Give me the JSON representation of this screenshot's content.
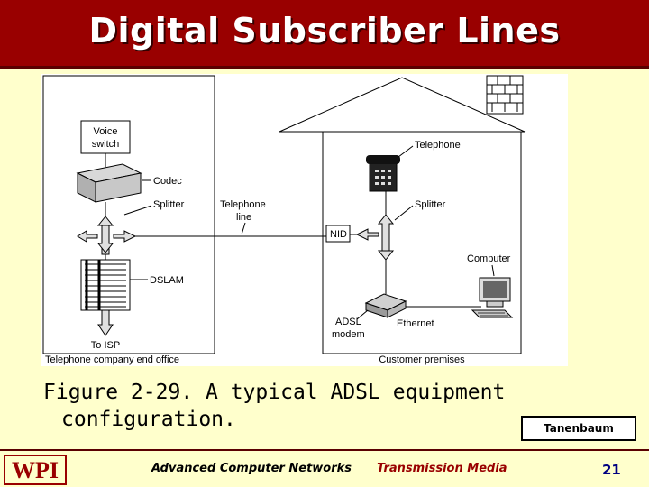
{
  "slide": {
    "title": "Digital Subscriber Lines",
    "caption_line1": "Figure 2-29. A typical ADSL equipment",
    "caption_line2": "configuration.",
    "credit": "Tanenbaum",
    "footer_course": "Advanced Computer Networks",
    "footer_topic": "Transmission Media",
    "page_number": "21",
    "logo_text": "WPI"
  },
  "diagram": {
    "voice_switch_line1": "Voice",
    "voice_switch_line2": "switch",
    "codec": "Codec",
    "splitter_left": "Splitter",
    "telephone_line_1": "Telephone",
    "telephone_line_2": "line",
    "dslam": "DSLAM",
    "to_isp": "To ISP",
    "office_label": "Telephone company end office",
    "telephone": "Telephone",
    "splitter_right": "Splitter",
    "nid": "NID",
    "computer": "Computer",
    "adsl_modem_1": "ADSL",
    "adsl_modem_2": "modem",
    "ethernet": "Ethernet",
    "premises_label": "Customer premises"
  },
  "colors": {
    "title_bar": "#990000",
    "background": "#ffffcc",
    "page_number": "#000080",
    "footer_topic": "#990000"
  }
}
